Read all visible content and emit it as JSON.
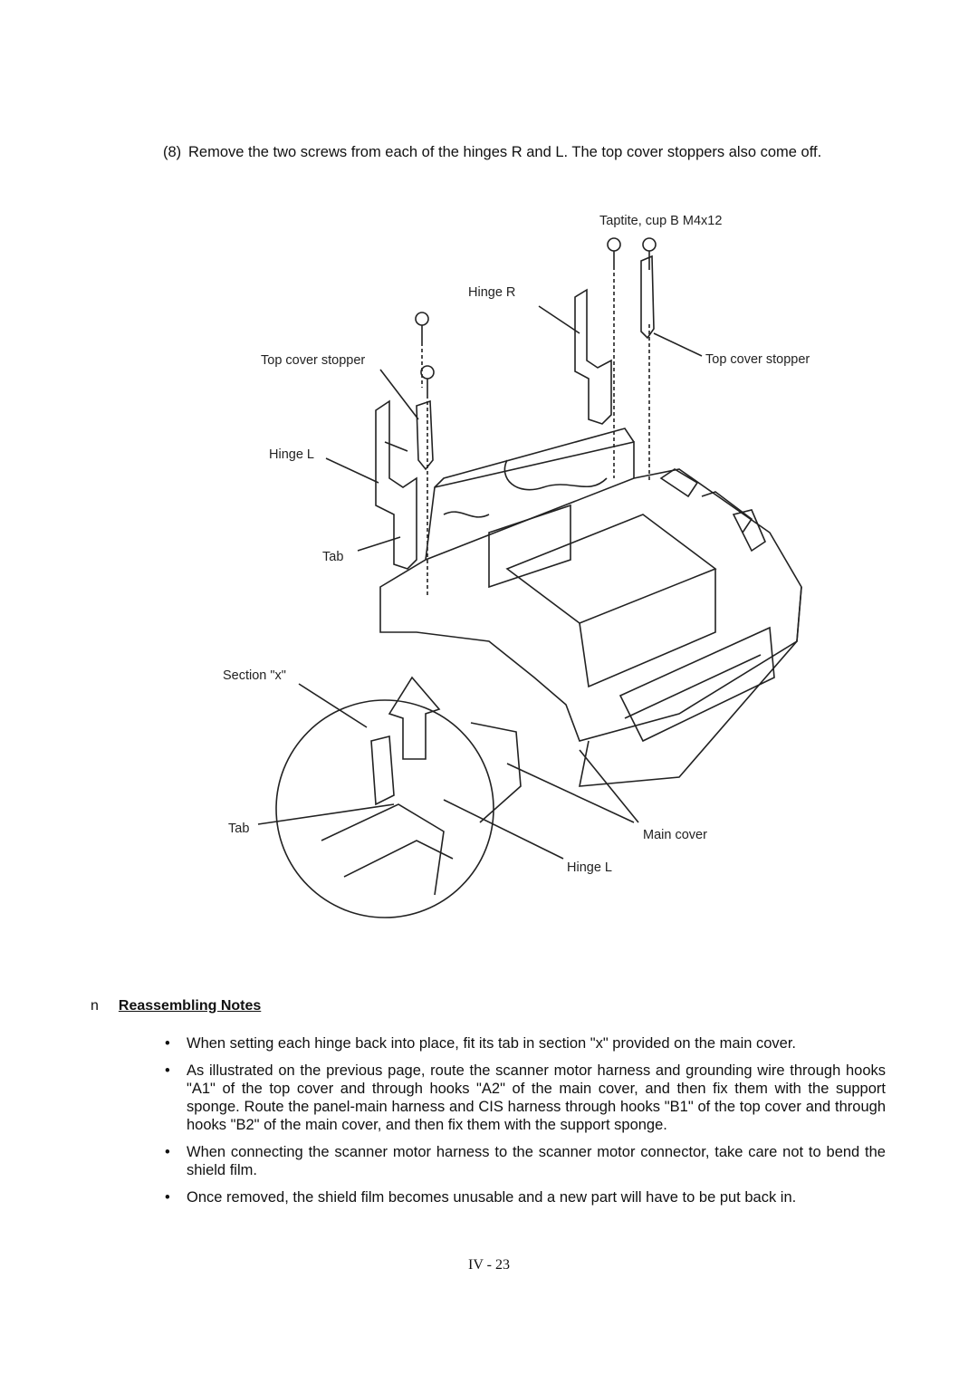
{
  "step": {
    "number": "(8)",
    "text": "Remove the two screws from each of the hinges R and L.  The top cover stoppers also come off."
  },
  "figure": {
    "labels": {
      "screw": "Taptite, cup B M4x12",
      "hinge_r": "Hinge R",
      "top_cover_stopper_left": "Top cover stopper",
      "top_cover_stopper_right": "Top cover stopper",
      "hinge_l_top": "Hinge L",
      "tab_top": "Tab",
      "section_x": "Section \"x\"",
      "tab_bottom": "Tab",
      "main_cover": "Main cover",
      "hinge_l_bottom": "Hinge L"
    }
  },
  "notes": {
    "bullet": "n",
    "title": "Reassembling Notes",
    "items": [
      "When setting each hinge back into place, fit its tab in section \"x\" provided on the main cover.",
      "As illustrated on the previous page, route the scanner motor harness and grounding wire through hooks \"A1\" of the top cover and through hooks \"A2\" of the main cover, and then fix them with the support sponge.  Route the panel-main harness and CIS harness through hooks \"B1\" of the top cover and through hooks \"B2\" of the main cover, and then fix them with the support sponge.",
      "When connecting the scanner motor harness to the scanner motor connector, take care not to bend the shield film.",
      "Once removed, the shield film becomes unusable and a new part will have to be put back in."
    ],
    "item_marker": "•"
  },
  "page_number": "IV - 23"
}
